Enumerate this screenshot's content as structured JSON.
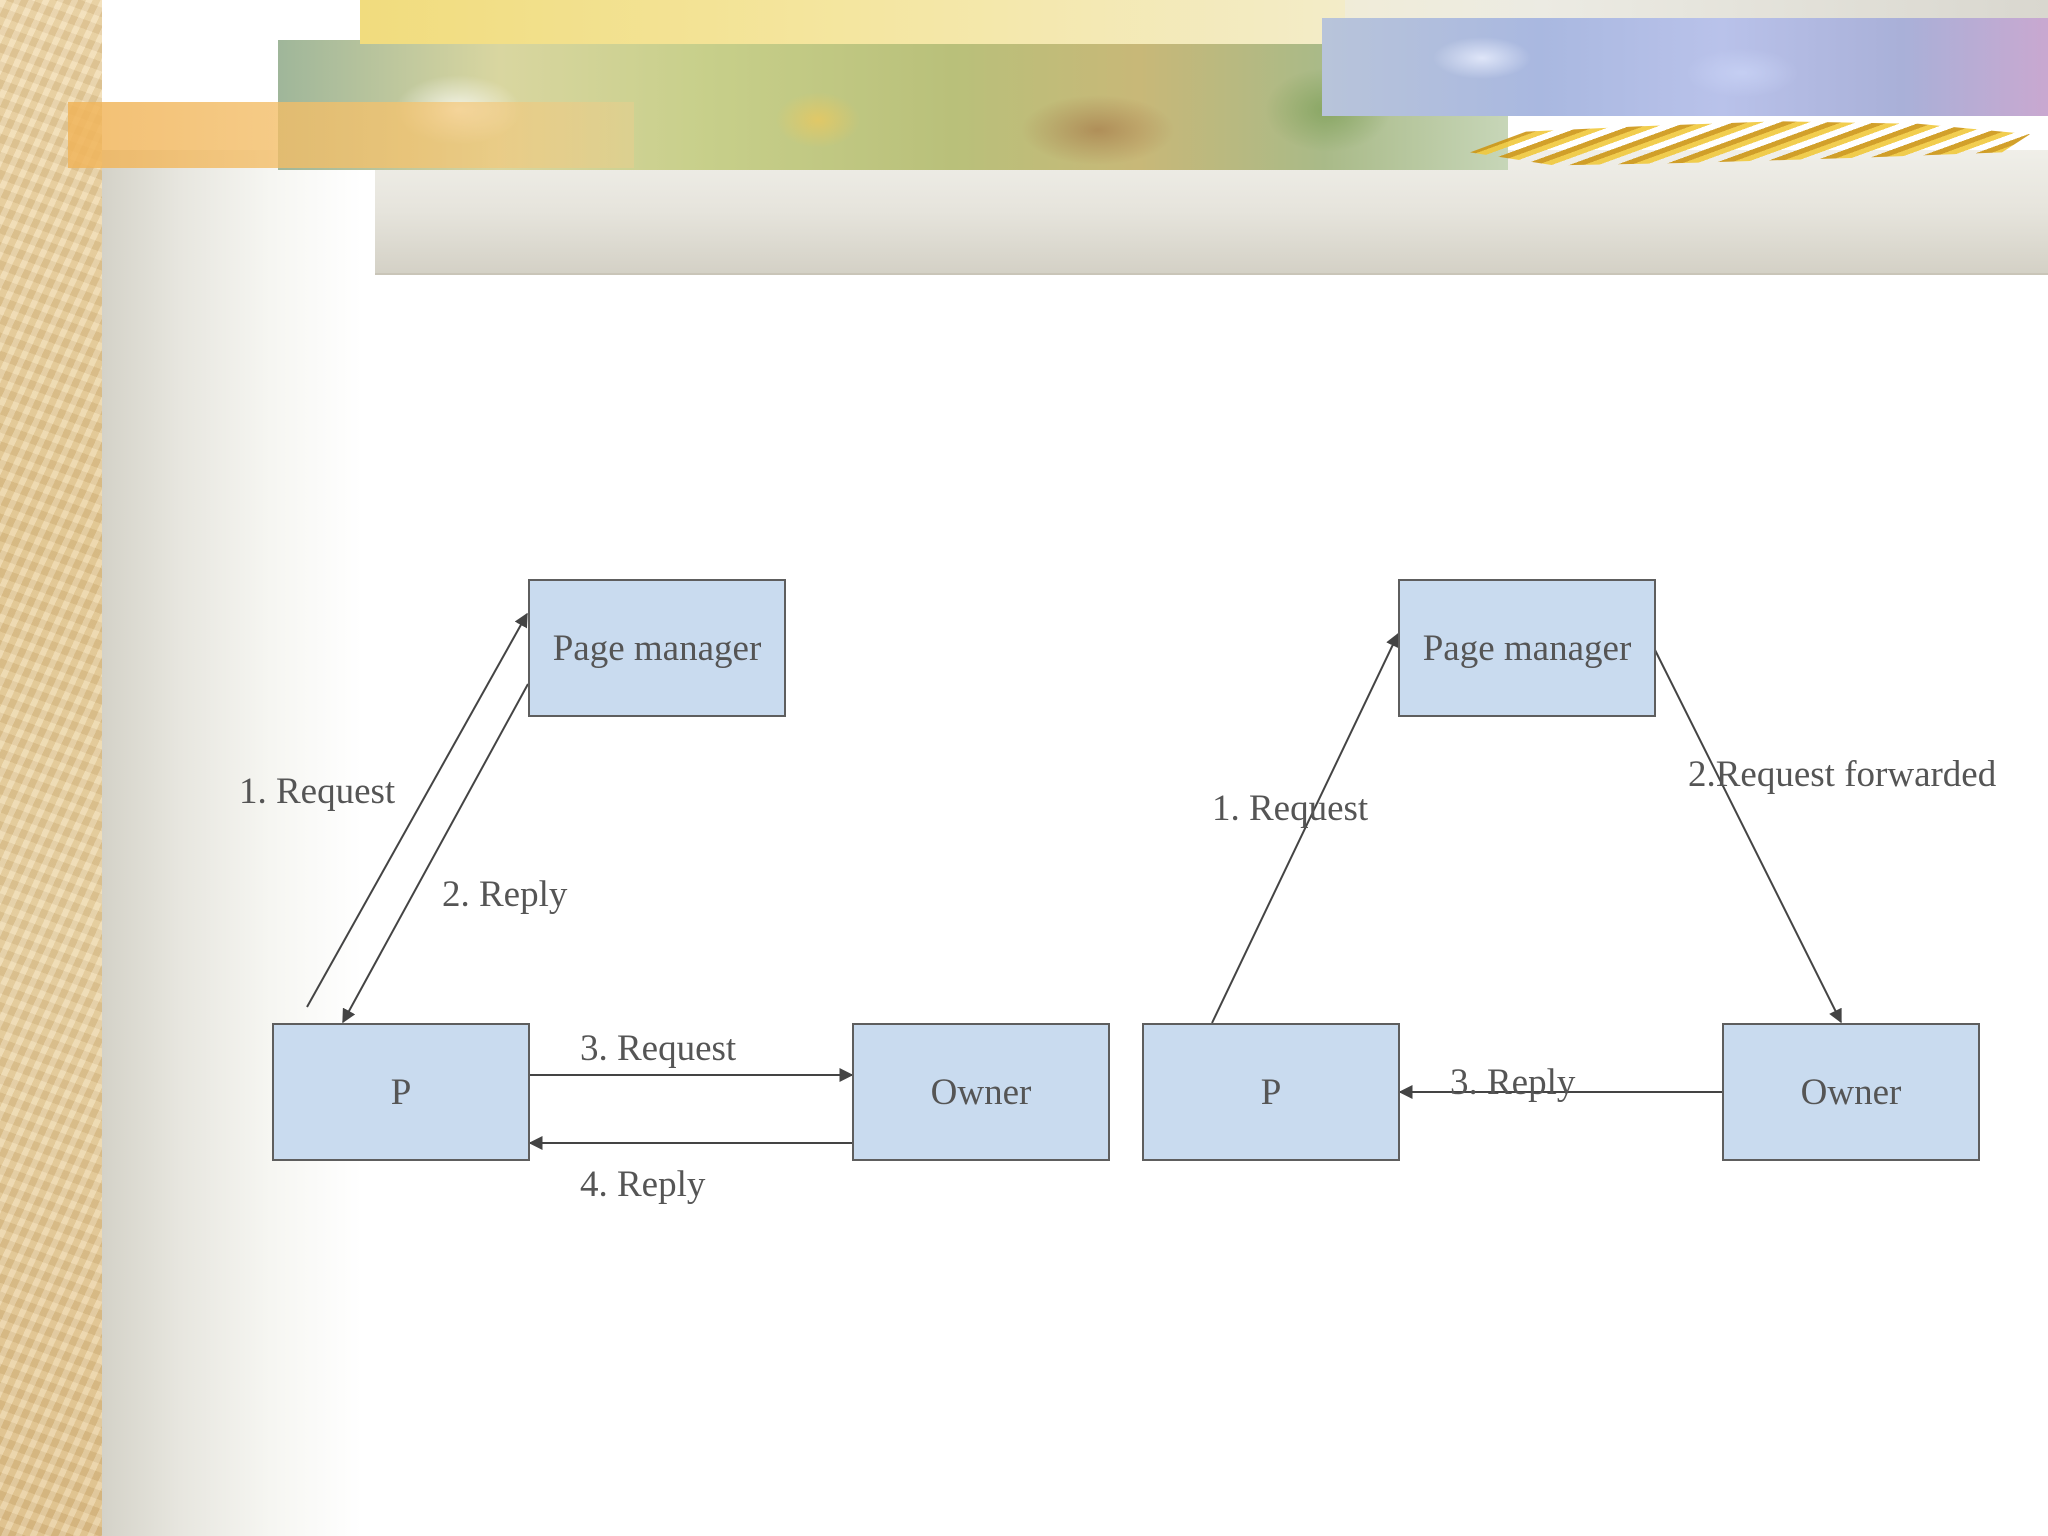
{
  "left_diagram": {
    "page_manager": "Page manager",
    "p": "P",
    "owner": "Owner",
    "edges": {
      "request_1": "1. Request",
      "reply_2": "2. Reply",
      "request_3": "3. Request",
      "reply_4": "4. Reply"
    }
  },
  "right_diagram": {
    "page_manager": "Page manager",
    "p": "P",
    "owner": "Owner",
    "edges": {
      "request_1": "1. Request",
      "request_forwarded_2": "2.Request forwarded",
      "reply_3": "3. Reply"
    }
  },
  "colors": {
    "box_fill": "#c9dbef",
    "box_border": "#5e5e5e",
    "text": "#555555",
    "arrow": "#444444"
  }
}
